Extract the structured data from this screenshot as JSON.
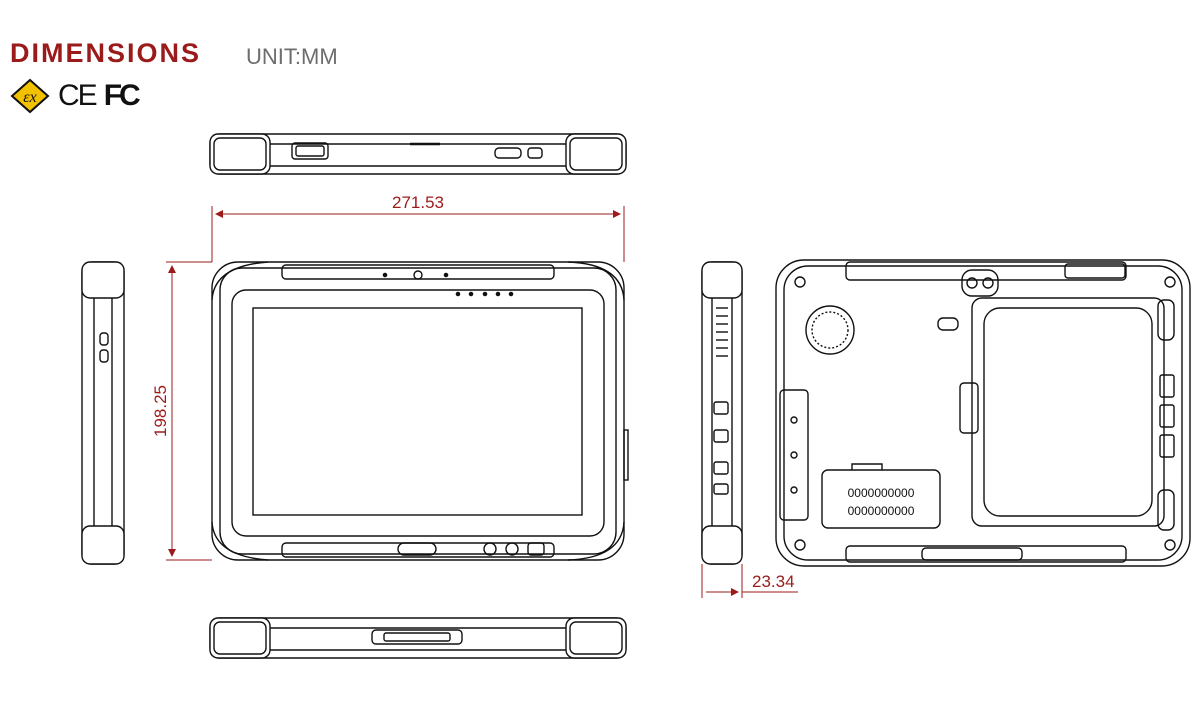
{
  "header": {
    "title": "DIMENSIONS",
    "unit": "UNIT:MM"
  },
  "certifications": {
    "ce": "CE",
    "fcc": "FC",
    "icons": [
      "ex-atex-icon",
      "ce-mark-icon",
      "fcc-mark-icon"
    ]
  },
  "dimensions": {
    "width": "271.53",
    "height": "198.25",
    "depth": "23.34"
  },
  "colors": {
    "title": "#9b1b1b",
    "dimension_lines": "#9b1b1b",
    "unit": "#6d6d6d",
    "ex_badge": "#f2c200"
  }
}
